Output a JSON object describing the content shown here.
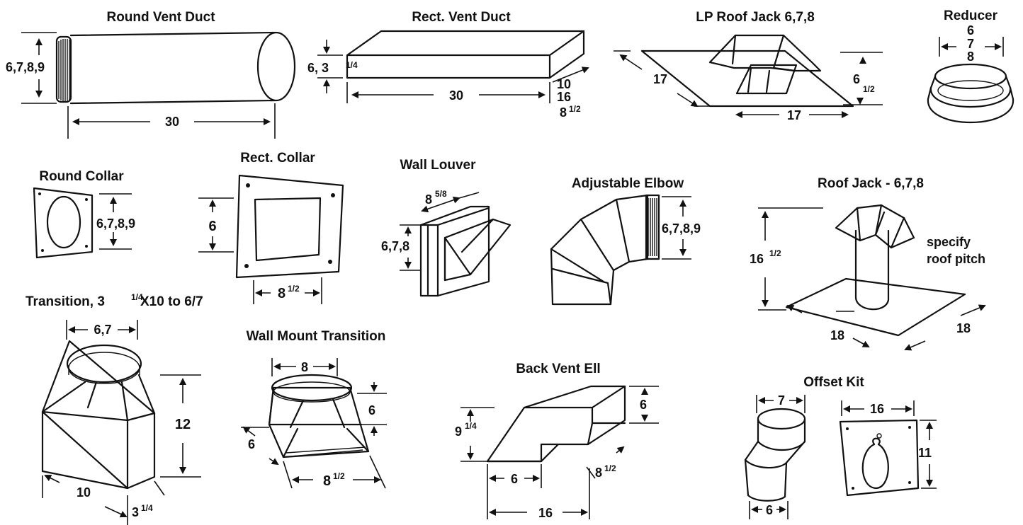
{
  "parts": {
    "round_vent_duct": {
      "title": "Round Vent Duct",
      "dim_diameter": "6,7,8,9",
      "dim_length": "30"
    },
    "rect_vent_duct": {
      "title": "Rect. Vent Duct",
      "dim_height": "6, 3",
      "dim_height_frac": "1/4",
      "dim_length": "30",
      "dim_width_a": "10",
      "dim_width_b": "16",
      "dim_width_c": "8",
      "dim_width_c_frac": "1/2"
    },
    "lp_roof_jack": {
      "title": "LP Roof Jack 6,7,8",
      "dim_side_a": "17",
      "dim_side_b": "17",
      "dim_height": "6",
      "dim_height_frac": "1/2"
    },
    "reducer": {
      "title": "Reducer",
      "size_a": "6",
      "size_b": "7",
      "size_c": "8"
    },
    "round_collar": {
      "title": "Round Collar",
      "dim": "6,7,8,9"
    },
    "rect_collar": {
      "title": "Rect. Collar",
      "dim_height": "6",
      "dim_width": "8",
      "dim_width_frac": "1/2"
    },
    "wall_louver": {
      "title": "Wall Louver",
      "dim_depth": "8",
      "dim_depth_frac": "5/8",
      "dim_size": "6,7,8"
    },
    "adjustable_elbow": {
      "title": "Adjustable Elbow",
      "dim": "6,7,8,9"
    },
    "roof_jack": {
      "title": "Roof Jack - 6,7,8",
      "dim_height": "16",
      "dim_height_frac": "1/2",
      "note_line1": "specify",
      "note_line2": "roof pitch",
      "dim_side_a": "18",
      "dim_side_b": "18"
    },
    "transition": {
      "title_a": "Transition,  3",
      "title_frac": "1/4",
      "title_b": "X10 to 6/7",
      "dim_top": "6,7",
      "dim_height": "12",
      "dim_length": "10",
      "dim_depth": "3",
      "dim_depth_frac": "1/4"
    },
    "wall_mount_transition": {
      "title": "Wall Mount Transition",
      "dim_top": "8",
      "dim_right": "6",
      "dim_left": "6",
      "dim_bottom": "8",
      "dim_bottom_frac": "1/2"
    },
    "back_vent_ell": {
      "title": "Back Vent Ell",
      "dim_rise": "9",
      "dim_rise_frac": "1/4",
      "dim_top": "6",
      "dim_depth": "8",
      "dim_depth_frac": "1/2",
      "dim_base_a": "6",
      "dim_base_b": "16"
    },
    "offset_kit": {
      "title": "Offset Kit",
      "dim_pipe_top": "7",
      "dim_pipe_bottom": "6",
      "dim_plate_width": "16",
      "dim_plate_height": "11"
    }
  }
}
